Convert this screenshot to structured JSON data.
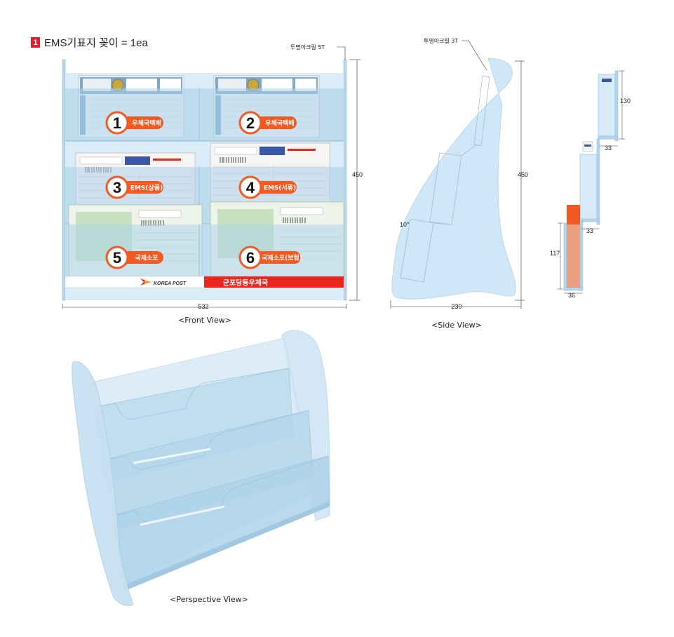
{
  "title": {
    "number": "1",
    "text": "EMS기표지 꽂이 = 1ea"
  },
  "front": {
    "caption": "<Front View>",
    "width_dim": "532",
    "height_dim": "450",
    "material_note": "투명아크릴 5T",
    "slots": [
      {
        "num": "1",
        "label": "우체국택배"
      },
      {
        "num": "2",
        "label": "우체국택배"
      },
      {
        "num": "3",
        "label": "EMS(상품)"
      },
      {
        "num": "4",
        "label": "EMS(서류)"
      },
      {
        "num": "5",
        "label": "국제소포"
      },
      {
        "num": "6",
        "label": "국제소포(보험)"
      }
    ],
    "banner_logo": "KOREA POST",
    "banner_text": "군포당동우체국"
  },
  "side": {
    "caption": "<Side View>",
    "material_note": "투명아크릴 3T",
    "height_dim": "450",
    "width_dim": "230",
    "angle": "10°"
  },
  "detail": {
    "dim_130": "130",
    "dim_33a": "33",
    "dim_33b": "33",
    "dim_117": "117",
    "dim_36": "36"
  },
  "perspective": {
    "caption": "<Perspective View>"
  },
  "colors": {
    "acrylic": "#c9e3f3",
    "acrylic_edge": "#8fb8d3",
    "accent_red": "#e8271f",
    "label_orange": "#f15a22",
    "salmon": "#e9a083"
  }
}
